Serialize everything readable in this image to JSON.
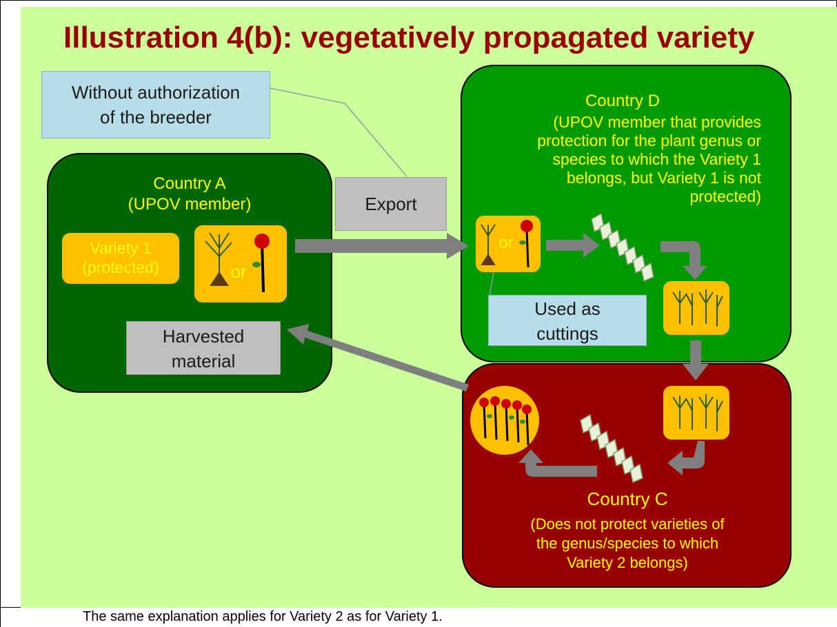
{
  "title": "Illustration 4(b):  vegetatively propagated variety",
  "note_box": {
    "line1": "Without authorization",
    "line2": "of the breeder"
  },
  "export_label": "Export",
  "country_a": {
    "name": "Country A",
    "subtitle": "(UPOV member)",
    "variety_line1": "Variety 1",
    "variety_line2": "(protected)",
    "or_label": "or",
    "harvested_line1": "Harvested",
    "harvested_line2": "material"
  },
  "country_d": {
    "name": "Country D",
    "lines": [
      "(UPOV member that provides",
      "protection for the plant genus or",
      "species to which the Variety 1",
      "belongs, but Variety 1 is not",
      "protected)"
    ],
    "or_label": "or",
    "cuttings_line1": "Used as",
    "cuttings_line2": "cuttings"
  },
  "country_c": {
    "name": "Country C",
    "lines": [
      "(Does not protect varieties of",
      "the genus/species to which",
      "Variety 2 belongs)"
    ]
  },
  "caption": "The same explanation applies for Variety 2 as for Variety 1.",
  "colors": {
    "background": "#ccff99",
    "title": "#990000",
    "country_a": "#006600",
    "country_d": "#009900",
    "country_c": "#990000",
    "label_text": "#ffff00",
    "note_box": "#b7dde8",
    "grey_box": "#bfbfbf",
    "plant_box": "#ffc000",
    "arrow": "#7f7f7f"
  },
  "icons": [
    "cutting-icon",
    "rose-icon",
    "cuttings-tray-icon",
    "plant-bunch-icon",
    "roses-bunch-icon"
  ]
}
